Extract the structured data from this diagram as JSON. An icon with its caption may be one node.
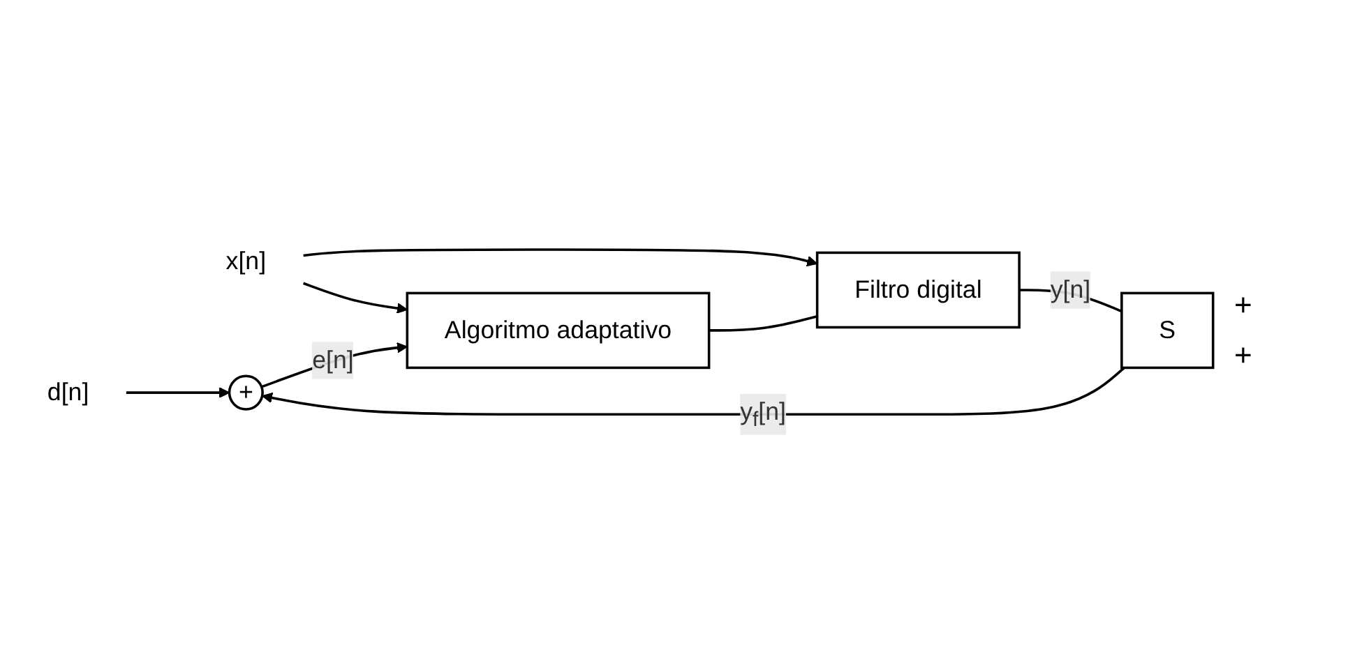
{
  "diagram": {
    "nodes": [
      {
        "text": [
          "d[n]"
        ]
      },
      {
        "text": [
          "x[n]"
        ]
      },
      {
        "text": [
          "Filtro digital"
        ]
      },
      {
        "text": [
          "S"
        ]
      },
      {
        "text": [
          "+"
        ]
      },
      {
        "text": [
          "Algoritmo adaptativo"
        ]
      }
    ],
    "edges": [
      {
        "from": 0,
        "to": 4,
        "arrow": "to"
      },
      {
        "from": 1,
        "to": 2,
        "arrow": "to"
      },
      {
        "from": 1,
        "to": 5,
        "arrow": "to"
      },
      {
        "from": 2,
        "to": 3,
        "label": "y[n]",
        "arrow": "none"
      },
      {
        "from": 3,
        "to": 4,
        "label": "y$_{f}$[n]",
        "arrow": "to"
      },
      {
        "from": 4,
        "to": 5,
        "label": "e[n]",
        "arrow": "to"
      },
      {
        "from": 5,
        "to": 2,
        "arrow": "none"
      }
    ],
    "labels": [
      "+",
      "+"
    ]
  }
}
